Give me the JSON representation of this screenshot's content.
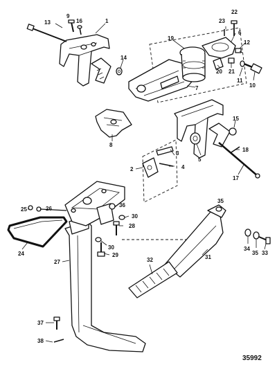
{
  "figure_number": "35992",
  "callouts": [
    "1",
    "2",
    "3",
    "4",
    "5",
    "6",
    "7",
    "8",
    "9",
    "10",
    "11",
    "12",
    "13",
    "14",
    "15",
    "16",
    "17",
    "18",
    "19",
    "20",
    "21",
    "22",
    "23",
    "24",
    "25",
    "26",
    "27",
    "28",
    "29",
    "30",
    "31",
    "32",
    "33",
    "34",
    "35",
    "36",
    "37",
    "38"
  ],
  "labels": {
    "l1": "1",
    "l2": "2",
    "l3": "3",
    "l4": "4",
    "l5": "5",
    "l6": "6",
    "l7": "7",
    "l8": "8",
    "l9": "9",
    "l10": "10",
    "l11": "11",
    "l12": "12",
    "l13": "13",
    "l14": "14",
    "l15": "15",
    "l16": "16",
    "l17": "17",
    "l18": "18",
    "l19": "19",
    "l20": "20",
    "l21": "21",
    "l22": "22",
    "l23": "23",
    "l24": "24",
    "l25": "25",
    "l26": "26",
    "l27": "27",
    "l28": "28",
    "l29": "29",
    "l30a": "30",
    "l30b": "30",
    "l31": "31",
    "l32": "32",
    "l33": "33",
    "l34": "34",
    "l35a": "35",
    "l35b": "35",
    "l36": "36",
    "l37": "37",
    "l38": "38"
  }
}
